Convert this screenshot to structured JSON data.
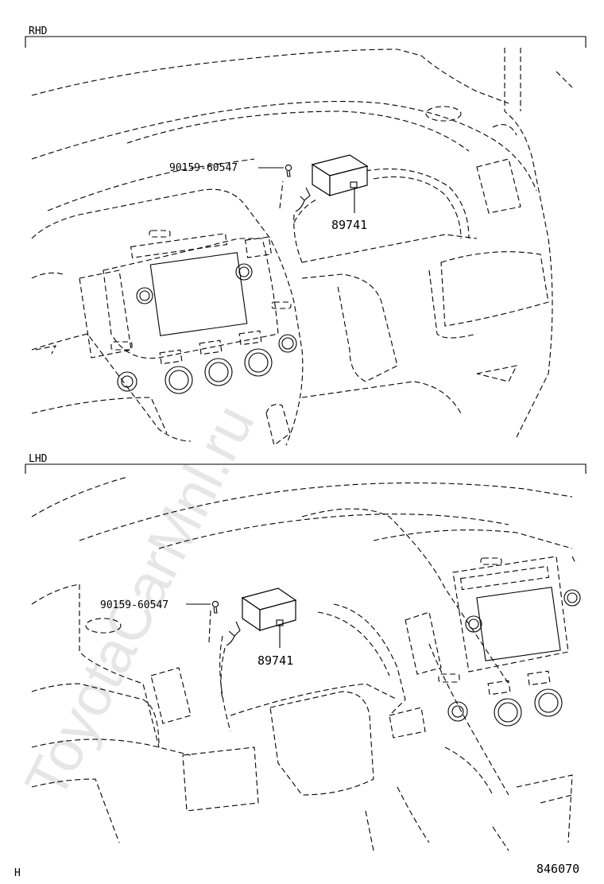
{
  "sections": [
    {
      "header": "RHD",
      "bolt_part": "90159-60547",
      "module_part": "89741"
    },
    {
      "header": "LHD",
      "bolt_part": "90159-60547",
      "module_part": "89741"
    }
  ],
  "footer": {
    "left_code": "H",
    "illustration_number": "846070"
  },
  "watermark": "ToyotaCarMnl.ru",
  "icons": [
    "bolt-icon",
    "control-module-icon"
  ]
}
